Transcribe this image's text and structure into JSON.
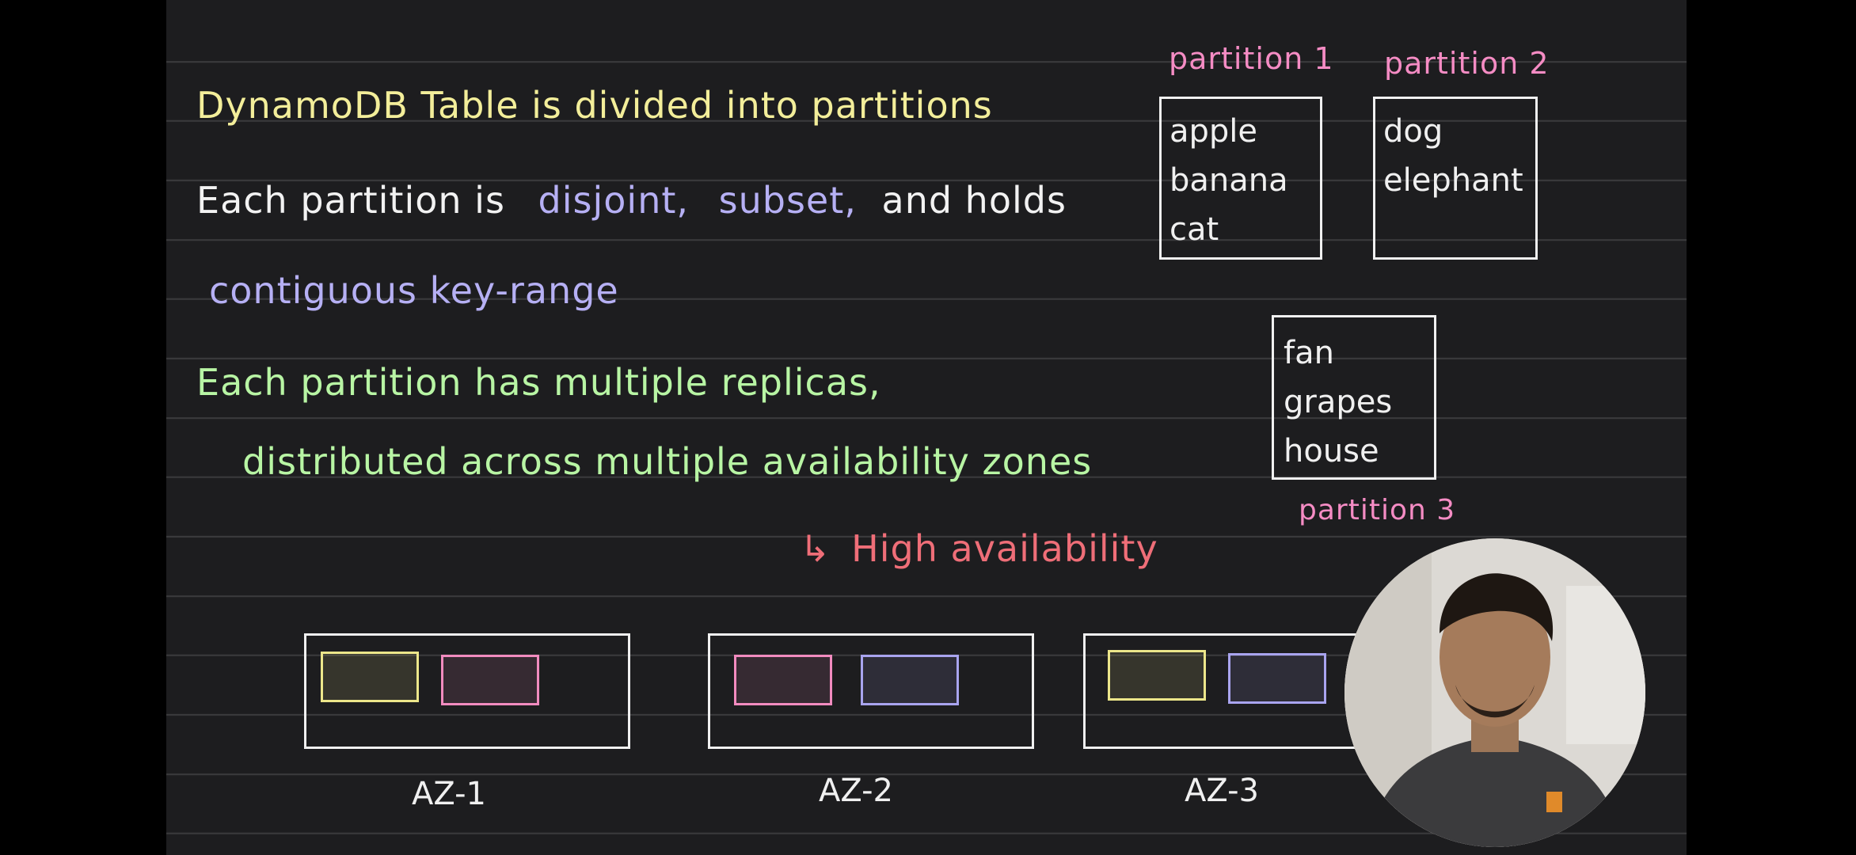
{
  "slide": {
    "line1": "DynamoDB Table is divided into partitions",
    "line2_prefix": "Each partition is",
    "line2_disjoint": "disjoint,",
    "line2_subset": "subset,",
    "line2_suffix": "and holds",
    "line3": "contiguous key-range",
    "line4": "Each partition has multiple replicas,",
    "line5": "distributed across multiple availability zones",
    "arrow": "↳",
    "high_availability": "High availability"
  },
  "partitions": [
    {
      "label": "partition 1",
      "items": [
        "apple",
        "banana",
        "cat"
      ]
    },
    {
      "label": "partition 2",
      "items": [
        "dog",
        "elephant"
      ]
    },
    {
      "label": "partition 3",
      "items": [
        "fan",
        "grapes",
        "house"
      ]
    }
  ],
  "zones": [
    {
      "label": "AZ-1",
      "replicas": [
        "partition 1",
        "partition 2"
      ]
    },
    {
      "label": "AZ-2",
      "replicas": [
        "partition 2",
        "partition 3"
      ]
    },
    {
      "label": "AZ-3",
      "replicas": [
        "partition 1",
        "partition 3"
      ]
    }
  ],
  "colors": {
    "partition1": "#ece68a",
    "partition2": "#f28bbf",
    "partition3": "#a9a4ef",
    "board": "#1d1d1f"
  }
}
